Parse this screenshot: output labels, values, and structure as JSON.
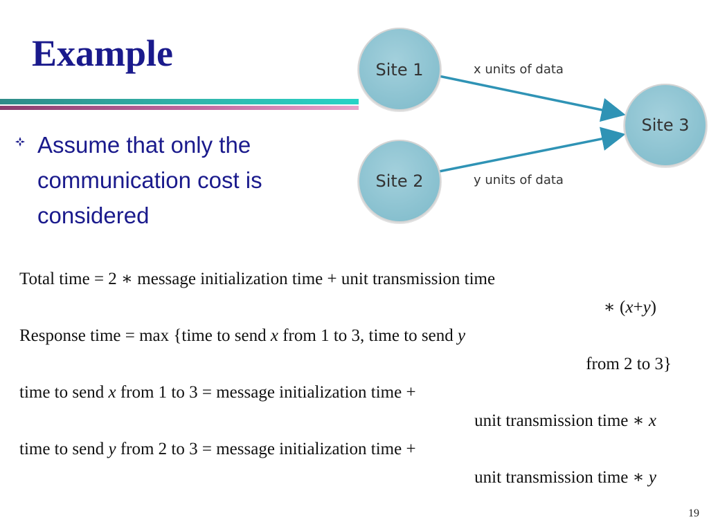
{
  "slide": {
    "title": "Example",
    "bullet": "Assume that only the communication cost is considered",
    "page_number": "19"
  },
  "diagram": {
    "nodes": [
      {
        "id": "site1",
        "label": "Site 1"
      },
      {
        "id": "site2",
        "label": "Site 2"
      },
      {
        "id": "site3",
        "label": "Site 3"
      }
    ],
    "edges": [
      {
        "from": "site1",
        "to": "site3",
        "label": "x units of data"
      },
      {
        "from": "site2",
        "to": "site3",
        "label": "y units of data"
      }
    ],
    "colors": {
      "node_fill": "#8cc3d1",
      "node_stroke": "#cfcfcf",
      "arrow": "#2f93b5",
      "title": "#1a1a8c"
    }
  },
  "equations": {
    "total": {
      "l1": "Total time = 2 ∗ message initialization time + unit transmission time",
      "l2_pre": "∗ (",
      "l2_x": "x",
      "l2_plus": "+",
      "l2_y": "y",
      "l2_post": ")"
    },
    "response": {
      "l1_pre": "Response time = max {time to send ",
      "l1_x": "x",
      "l1_mid": " from 1 to 3, time to send ",
      "l1_y": "y",
      "l2": "from 2 to 3}"
    },
    "send_x": {
      "l1_pre": "time to send ",
      "l1_var": "x",
      "l1_post": " from 1 to 3 = message initialization time +",
      "l2_pre": "unit transmission time ∗ ",
      "l2_var": "x"
    },
    "send_y": {
      "l1_pre": "time to send ",
      "l1_var": "y",
      "l1_post": " from 2 to 3 = message initialization time +",
      "l2_pre": "unit transmission time ∗ ",
      "l2_var": "y"
    }
  }
}
